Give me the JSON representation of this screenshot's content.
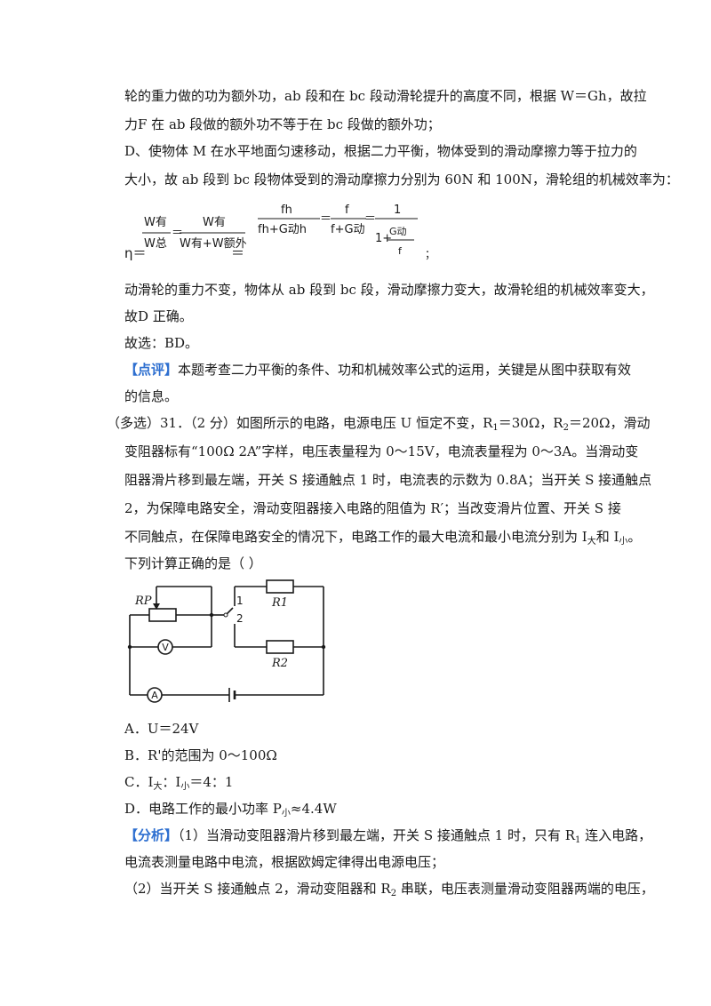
{
  "lines": {
    "l1": "轮的重力做的功为额外功，ab 段和在 bc 段动滑轮提升的高度不同，根据 W＝Gh，故拉",
    "l2": "力F 在 ab 段做的额外功不等于在 bc 段做的额外功；",
    "l3": "D、使物体 M 在水平地面匀速移动，根据二力平衡，物体受到的滑动摩擦力等于拉力的",
    "l4": "大小，故 ab 段到 bc 段物体受到的滑动摩擦力分别为 60N 和 100N，滑轮组的机械效率为：",
    "l5": "动滑轮的重力不变，物体从 ab 段到 bc 段，滑动摩擦力变大，故滑轮组的机械效率变大，",
    "l6": "故D 正确。",
    "l7": "故选：BD。",
    "l8_tag": "【点评】",
    "l8": "本题考查二力平衡的条件、功和机械效率公式的运用，关键是从图中获取有效",
    "l9": "的信息。",
    "l10a": "（多选）31．（2 分）如图所示的电路，电源电压 U 恒定不变，R",
    "l10b": "1",
    "l10c": "＝30Ω，R",
    "l10d": "2",
    "l10e": "＝20Ω，滑动",
    "l11": "变阻器标有“100Ω  2A”字样，电压表量程为 0～15V，电流表量程为 0～3A。当滑动变",
    "l12": "阻器滑片移到最左端，开关 S 接通触点 1 时，电流表的示数为 0.8A；当开关 S 接通触点",
    "l13": "2，为保障电路安全，滑动变阻器接入电路的阻值为 R′；当改变滑片位置、开关 S 接",
    "l14a": "不同触点，在保障电路安全的情况下，电路工作的最大电流和最小电流分别为 I",
    "l14b": "大",
    "l14c": "和 I",
    "l14d": "小",
    "l14e": "。",
    "l15": "下列计算正确的是（        ）",
    "optA": "A．U＝24V",
    "optB": "B．R'的范围为 0～100Ω",
    "optC_a": "C．I",
    "optC_b": "大",
    "optC_c": "：I",
    "optC_d": "小",
    "optC_e": "＝4：1",
    "optD_a": "D．电路工作的最小功率 P",
    "optD_b": "小",
    "optD_c": "≈4.4W",
    "an_tag": "【分析】",
    "an1a": "（1）当滑动变阻器滑片移到最左端，开关 S 接通触点 1 时，只有 R",
    "an1b": "1",
    "an1c": " 连入电路，",
    "an2": "电流表测量电路中电流，根据欧姆定律得出电源电压；",
    "an3a": "（2）当开关 S 接通触点 2，滑动变阻器和 R",
    "an3b": "2",
    "an3c": " 串联，电压表测量滑动变阻器两端的电压，"
  },
  "formula": {
    "eta": "η＝",
    "w_you": "W有",
    "w_zong": "W总",
    "w_you_plus_e": "W有+W额外",
    "fh": "fh",
    "fh_gh": "fh+G动h",
    "f": "f",
    "f_g": "f+G动",
    "one": "1",
    "g_dong": "G动",
    "f2": "f",
    "one_plus": "1+",
    "eq": "＝",
    "semi": "；"
  },
  "circuit": {
    "rp": "RP",
    "r1": "R1",
    "r2": "R2",
    "v": "V",
    "a": "A",
    "t1": "1",
    "t2": "2"
  }
}
